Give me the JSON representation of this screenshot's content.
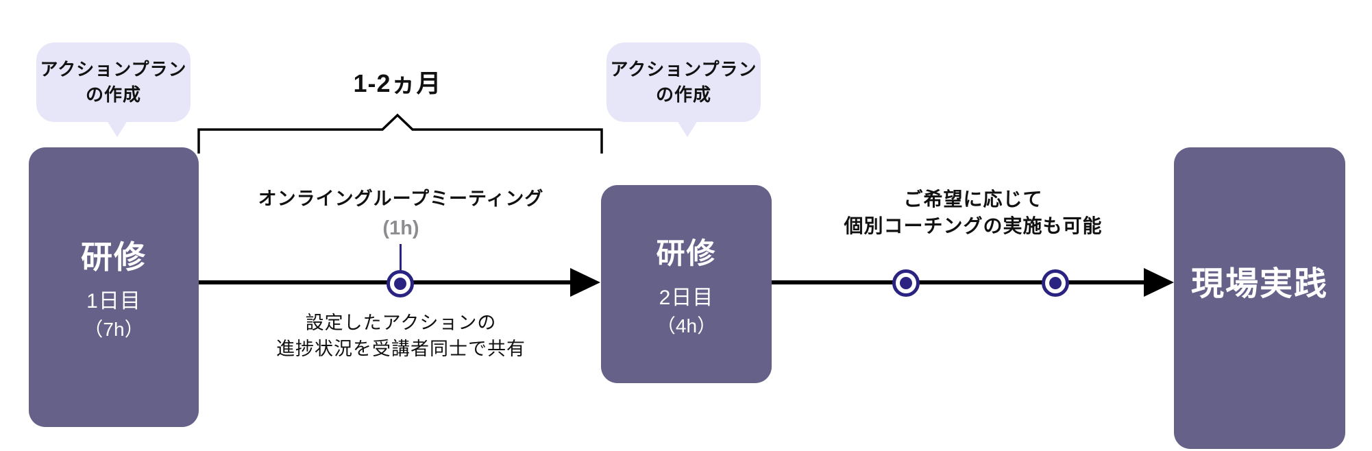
{
  "diagram": {
    "bubble1": {
      "line1": "アクションプラン",
      "line2": "の作成"
    },
    "bubble2": {
      "line1": "アクションプラン",
      "line2": "の作成"
    },
    "bracket": {
      "label": "1-2ヵ月"
    },
    "box1": {
      "title": "研修",
      "day": "1日目",
      "hours": "（7h）"
    },
    "box2": {
      "title": "研修",
      "day": "2日目",
      "hours": "（4h）"
    },
    "box3": {
      "title": "現場実践"
    },
    "meeting": {
      "title": "オンライングループミーティング",
      "duration": "(1h)",
      "note1": "設定したアクションの",
      "note2": "進捗状況を受講者同士で共有"
    },
    "coaching": {
      "note1": "ご希望に応じて",
      "note2": "個別コーチングの実施も可能"
    },
    "colors": {
      "box_purple": "#666189",
      "bubble_lavender": "#E7E5F8",
      "marker_indigo": "#2B2382",
      "arrow_black": "#000000",
      "duration_gray": "#8C8C91"
    }
  }
}
